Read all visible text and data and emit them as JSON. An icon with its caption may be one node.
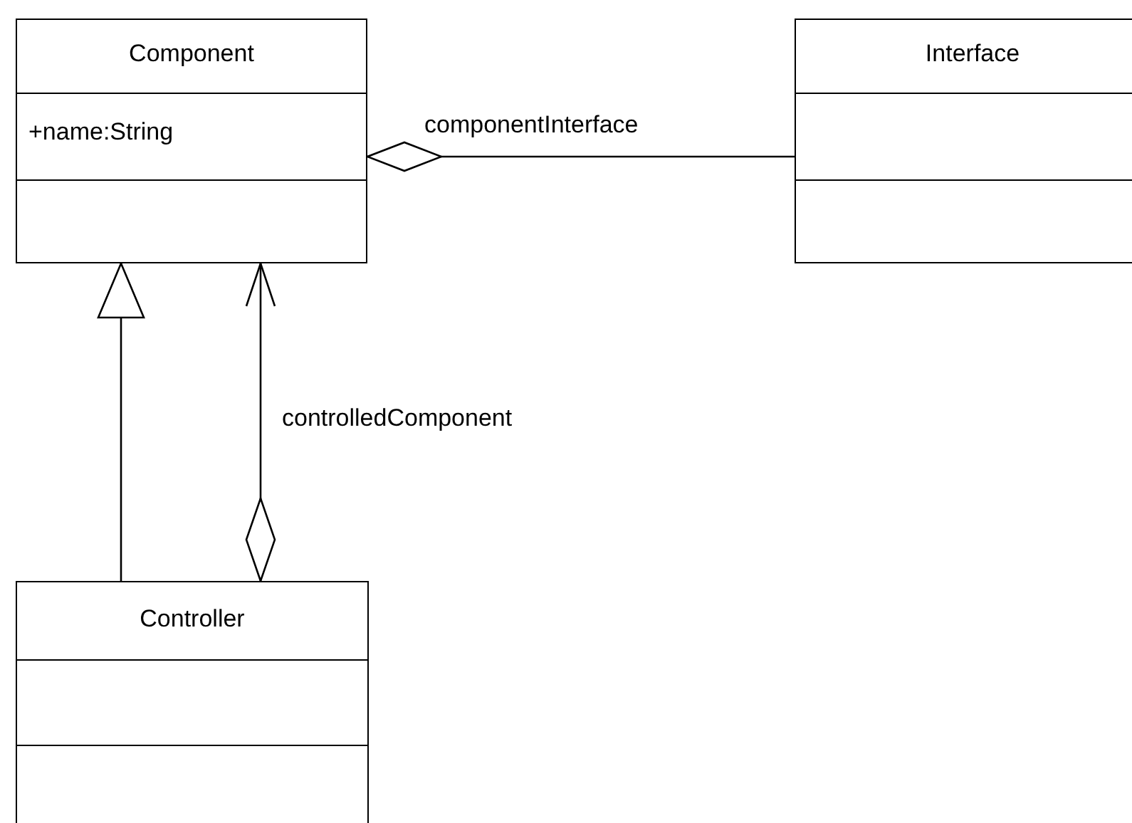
{
  "diagram": {
    "nodes": [
      {
        "text": [
          "Component",
          "+name:String"
        ]
      },
      {
        "text": [
          "Interface"
        ]
      },
      {
        "text": [
          "Controller"
        ]
      }
    ],
    "edges": [
      {
        "from": 0,
        "to": 1,
        "arrow": "other",
        "label": "componentInterface"
      },
      {
        "from": 2,
        "to": 0,
        "arrow": "to"
      },
      {
        "from": 2,
        "to": 0,
        "arrow": "to",
        "label": "controlledComponent"
      }
    ]
  }
}
